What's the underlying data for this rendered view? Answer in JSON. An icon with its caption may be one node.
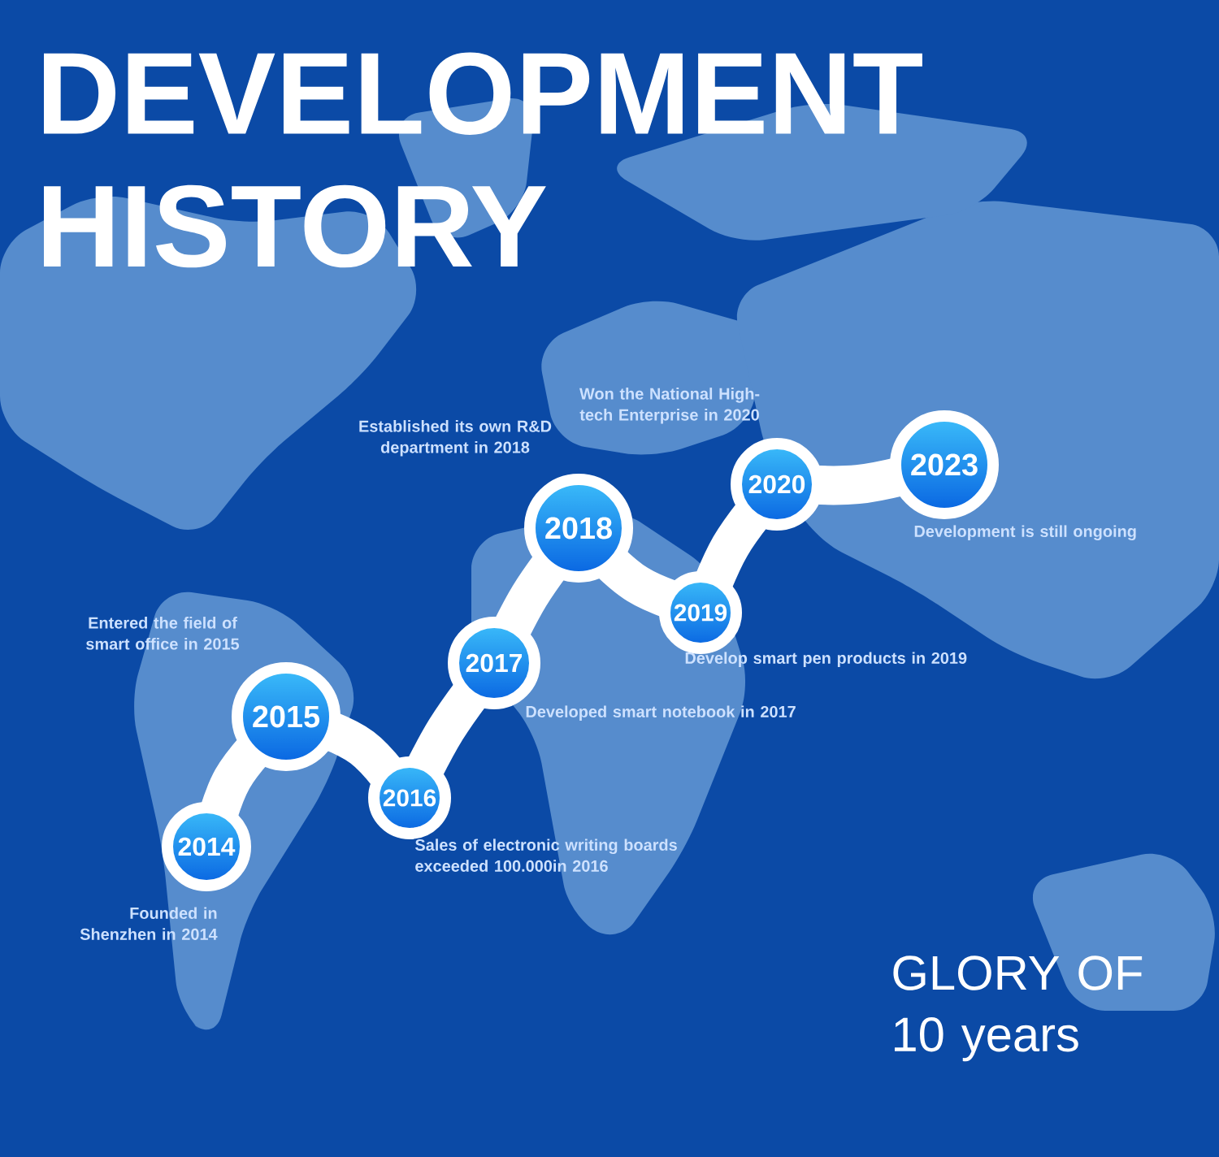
{
  "diagram": {
    "title": "DEVELOPMENT HISTORY",
    "nodes": [
      {
        "text": [
          "2014"
        ],
        "beside": [
          "Founded in Shenzhen in 2014"
        ]
      },
      {
        "text": [
          "2015"
        ],
        "beside": [
          "Entered the field of smart office in 2015"
        ]
      },
      {
        "text": [
          "2016"
        ],
        "beside": [
          "Sales of electronic writing boards exceeded 100.000in 2016"
        ]
      },
      {
        "text": [
          "2017"
        ],
        "beside": [
          "Developed smart notebook in 2017"
        ]
      },
      {
        "text": [
          "2018"
        ],
        "beside": [
          "Established its own R&D department in 2018"
        ]
      },
      {
        "text": [
          "2019"
        ],
        "beside": [
          "Develop smart pen products in 2019"
        ]
      },
      {
        "text": [
          "2020"
        ],
        "beside": [
          "Won the National High-tech Enterprise in 2020"
        ]
      },
      {
        "text": [
          "2023"
        ],
        "beside": [
          "Development is still ongoing"
        ]
      }
    ],
    "edges": [
      {
        "from": 0,
        "to": 1,
        "arrow": "none"
      },
      {
        "from": 1,
        "to": 2,
        "arrow": "none"
      },
      {
        "from": 2,
        "to": 3,
        "arrow": "none"
      },
      {
        "from": 3,
        "to": 4,
        "arrow": "none"
      },
      {
        "from": 4,
        "to": 5,
        "arrow": "none"
      },
      {
        "from": 5,
        "to": 6,
        "arrow": "none"
      },
      {
        "from": 6,
        "to": 7,
        "arrow": "none"
      }
    ],
    "labels": [
      "GLORY OF 10 years"
    ]
  }
}
